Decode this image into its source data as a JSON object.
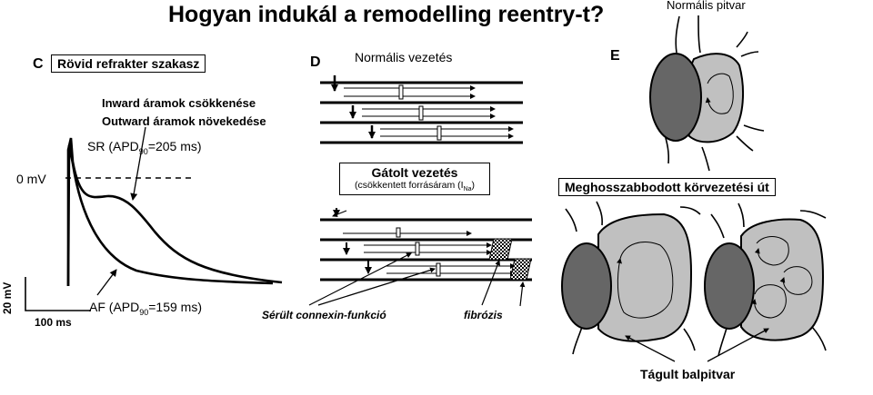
{
  "title": "Hogyan indukál a remodelling reentry-t?",
  "panel_c": {
    "letter": "C",
    "box_label": "Rövid refrakter szakasz",
    "inward_text": "Inward áramok csökkenése",
    "outward_text": "Outward áramok növekedése",
    "sr_label": "SR (APD",
    "sr_sub": "90",
    "sr_value": "=205 ms)",
    "af_label": "AF (APD",
    "af_sub": "90",
    "af_value": "=159 ms)",
    "zero_mv": "0 mV",
    "scale_mv": "20 mV",
    "scale_ms": "100 ms"
  },
  "panel_d": {
    "letter": "D",
    "normal_label": "Normális vezetés",
    "blocked_label": "Gátolt vezetés",
    "blocked_sub_prefix": "(csökkentett forrásáram (I",
    "blocked_sub_index": "Na",
    "blocked_sub_suffix": ")",
    "connexin_label": "Sérült connexin-funkció",
    "fibrosis_label": "fibrózis"
  },
  "panel_e": {
    "letter": "E",
    "normal_atrium": "Normális pitvar",
    "long_path_label": "Meghosszabbodott körvezetési út",
    "dilated_label": "Tágult balpitvar"
  },
  "colors": {
    "background": "#ffffff",
    "ink": "#000000",
    "dark_atrium": "#666666",
    "light_atrium": "#c0c0c0"
  }
}
